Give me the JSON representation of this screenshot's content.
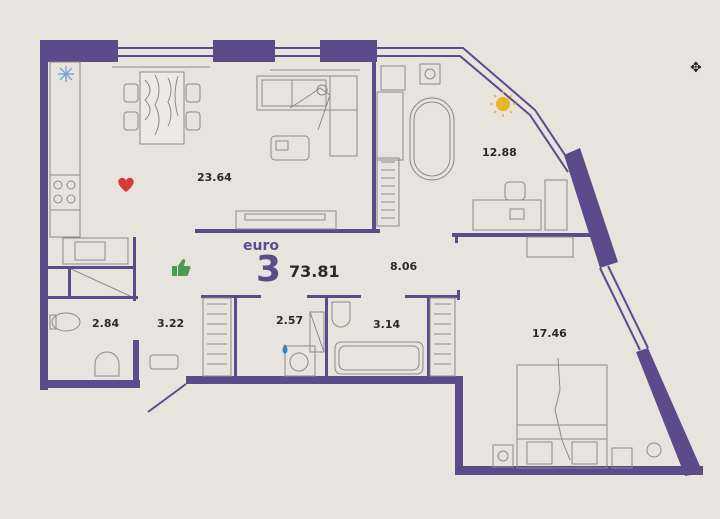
{
  "plan": {
    "layout_label": "euro",
    "rooms_count": "3",
    "total_area": "73.81",
    "wall_color": "#5b4b8a",
    "background_color": "#e6e4dd"
  },
  "rooms": [
    {
      "id": "kitchen-living",
      "area": "23.64"
    },
    {
      "id": "bedroom-north",
      "area": "12.88"
    },
    {
      "id": "hallway",
      "area": "8.06"
    },
    {
      "id": "bedroom-south",
      "area": "17.46"
    },
    {
      "id": "wc",
      "area": "2.84"
    },
    {
      "id": "entrance",
      "area": "3.22"
    },
    {
      "id": "laundry",
      "area": "2.57"
    },
    {
      "id": "bathroom",
      "area": "3.14"
    }
  ],
  "icons": {
    "heart": "heart-icon",
    "sun": "sun-icon",
    "snowflake": "snowflake-icon",
    "thumbs_up": "thumbs-up-icon",
    "water_drop": "water-drop-icon",
    "cursor": "move-cursor-icon"
  },
  "icon_colors": {
    "heart": "#d63a3a",
    "sun": "#e9b52a",
    "snowflake": "#7aa6d6",
    "thumbs_up": "#4e9a4e",
    "water_drop": "#2d86c8"
  }
}
